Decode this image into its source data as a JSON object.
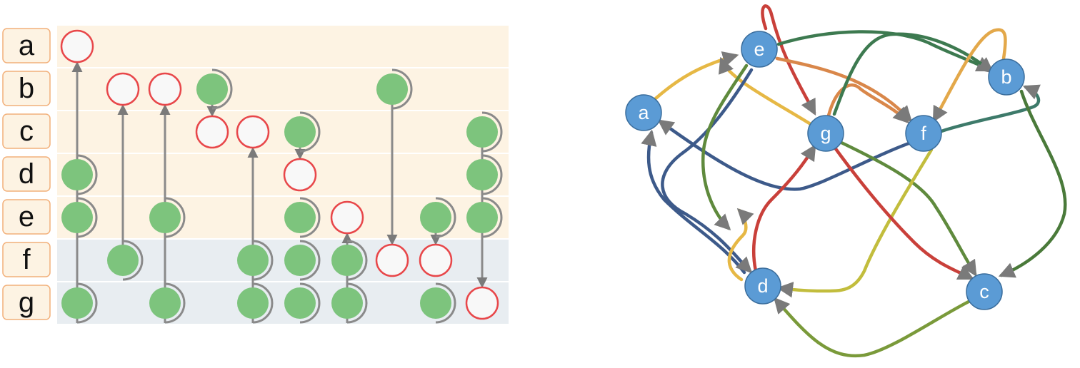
{
  "matrix": {
    "rows": [
      "a",
      "b",
      "c",
      "d",
      "e",
      "f",
      "g"
    ],
    "colors": {
      "upper_band": "#fdf3e3",
      "lower_band": "#e8edf1",
      "label_fill": "#fdf3e3",
      "label_border": "#f2b07a",
      "source_fill": "#7dc47d",
      "target_fill": "#f8f8f8",
      "target_border": "#e8474a",
      "connector": "#8a8a8a"
    },
    "columns": [
      {
        "from": "d",
        "to": "a",
        "via": [
          "e",
          "g"
        ]
      },
      {
        "from": "f",
        "to": "b",
        "via": []
      },
      {
        "from": "e",
        "to": "b",
        "via": [
          "g"
        ]
      },
      {
        "from": "b",
        "to": "c",
        "via": []
      },
      {
        "from": "f",
        "to": "c",
        "via": [
          "g"
        ]
      },
      {
        "from": "c",
        "to": "d",
        "via": [
          "e",
          "f",
          "g"
        ]
      },
      {
        "from": "f",
        "to": "e",
        "via": [
          "g"
        ]
      },
      {
        "from": "b",
        "to": "f",
        "via": []
      },
      {
        "from": "e",
        "to": "f",
        "via": [
          "g"
        ]
      },
      {
        "from": "c",
        "to": "g",
        "via": [
          "d",
          "e"
        ]
      }
    ]
  },
  "graph": {
    "node_color": "#5b9bd5",
    "node_border": "#3a6d9c",
    "nodes": [
      {
        "id": "a",
        "label": "a"
      },
      {
        "id": "b",
        "label": "b"
      },
      {
        "id": "c",
        "label": "c"
      },
      {
        "id": "d",
        "label": "d"
      },
      {
        "id": "e",
        "label": "e"
      },
      {
        "id": "f",
        "label": "f"
      },
      {
        "id": "g",
        "label": "g"
      }
    ],
    "edges": [
      {
        "from": "a",
        "to": "e",
        "color": "#e6b845"
      },
      {
        "from": "g",
        "to": "e",
        "color": "#e6b845"
      },
      {
        "from": "e",
        "to": "g",
        "color": "#c9403a"
      },
      {
        "from": "e",
        "to": "f",
        "color": "#d9874a"
      },
      {
        "from": "g",
        "to": "f",
        "color": "#d9874a"
      },
      {
        "from": "e",
        "to": "b",
        "color": "#3d7a50"
      },
      {
        "from": "g",
        "to": "b",
        "color": "#3d7a50"
      },
      {
        "from": "b",
        "to": "f",
        "color": "#e3a84a"
      },
      {
        "from": "f",
        "to": "b",
        "color": "#3d7a6a"
      },
      {
        "from": "f",
        "to": "a",
        "color": "#3d5a8a"
      },
      {
        "from": "d",
        "to": "a",
        "color": "#3d5a8a"
      },
      {
        "from": "e",
        "to": "d",
        "color": "#3d5a8a"
      },
      {
        "from": "e",
        "to": "c",
        "color": "#5f8a3d"
      },
      {
        "from": "g",
        "to": "c",
        "color": "#5f8a3d"
      },
      {
        "from": "f",
        "to": "d",
        "color": "#c2bd3d"
      },
      {
        "from": "d",
        "to": "g",
        "color": "#c9403a"
      },
      {
        "from": "g",
        "to": "c",
        "color": "#c9403a"
      },
      {
        "from": "b",
        "to": "c",
        "color": "#4a7a3a"
      },
      {
        "from": "c",
        "to": "d",
        "color": "#7a9a3a"
      }
    ]
  }
}
